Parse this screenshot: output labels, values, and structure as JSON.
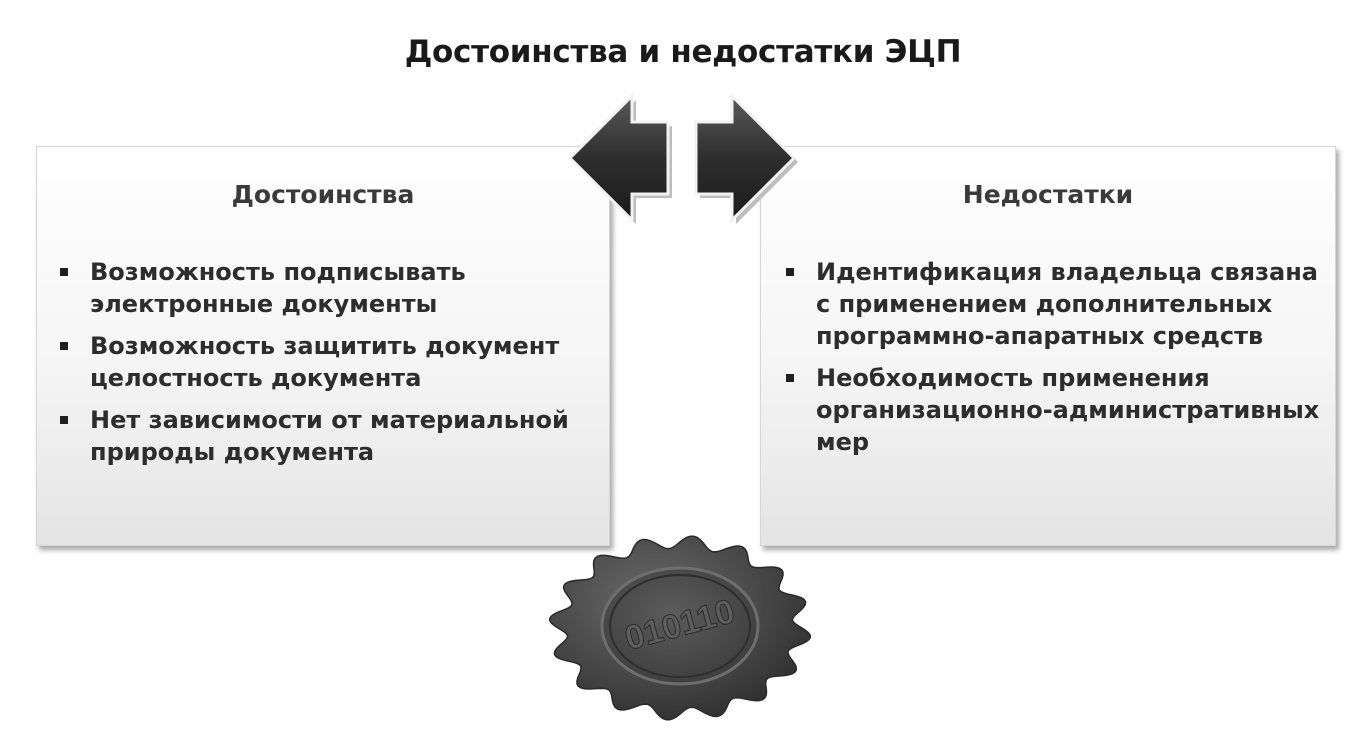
{
  "title": "Достоинства и недостатки ЭЦП",
  "advantages": {
    "heading": "Достоинства",
    "items": [
      "Возможность подписывать электронные документы",
      "Возможность защитить документ целостность документа",
      "Нет зависимости от материальной природы документа"
    ]
  },
  "disadvantages": {
    "heading": "Недостатки",
    "items": [
      "Идентификация владельца связана с применением дополнительных программно-апаратных средств",
      "Необходимость применения организационно-административных мер"
    ]
  },
  "seal": {
    "code": "010110",
    "icon": "digital-seal-icon"
  },
  "icons": {
    "left_arrow": "arrow-left-icon",
    "right_arrow": "arrow-right-icon"
  },
  "colors": {
    "arrow_fill": "#3a3a3a",
    "seal_fill": "#4a4a4a",
    "panel_bg": "#f2f2f2"
  }
}
